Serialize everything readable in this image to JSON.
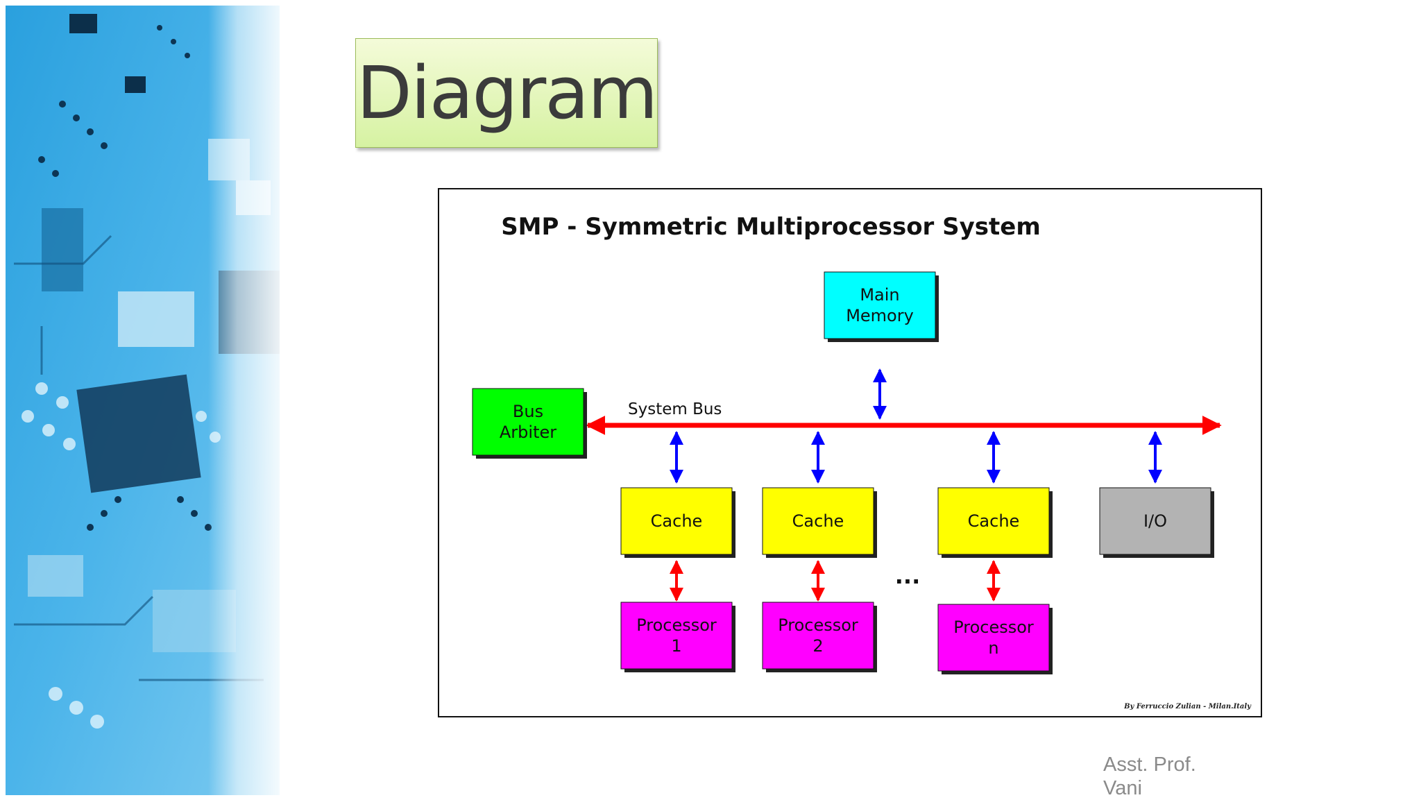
{
  "slide": {
    "title": "Diagram",
    "author_line1": "Asst. Prof.",
    "author_line2": "Vani"
  },
  "diagram": {
    "title": "SMP - Symmetric Multiprocessor System",
    "bus_label": "System Bus",
    "main_memory": [
      "Main",
      "Memory"
    ],
    "bus_arbiter": [
      "Bus",
      "Arbiter"
    ],
    "cache_labels": [
      "Cache",
      "Cache",
      "Cache"
    ],
    "io_label": "I/O",
    "processor_labels": [
      [
        "Processor",
        "1"
      ],
      [
        "Processor",
        "2"
      ],
      [
        "Processor",
        "n"
      ]
    ],
    "ellipsis": "...",
    "credit": "By Ferruccio Zulian - Milan.Italy",
    "colors": {
      "main_memory": "#00ffff",
      "bus_arbiter": "#00ff00",
      "cache": "#ffff00",
      "io": "#b3b3b3",
      "processor": "#ff00ff",
      "system_bus": "#ff0000",
      "bus_link": "#0000ff",
      "cache_link": "#ff0000"
    }
  },
  "icons": {
    "background": "circuit-board-image"
  }
}
